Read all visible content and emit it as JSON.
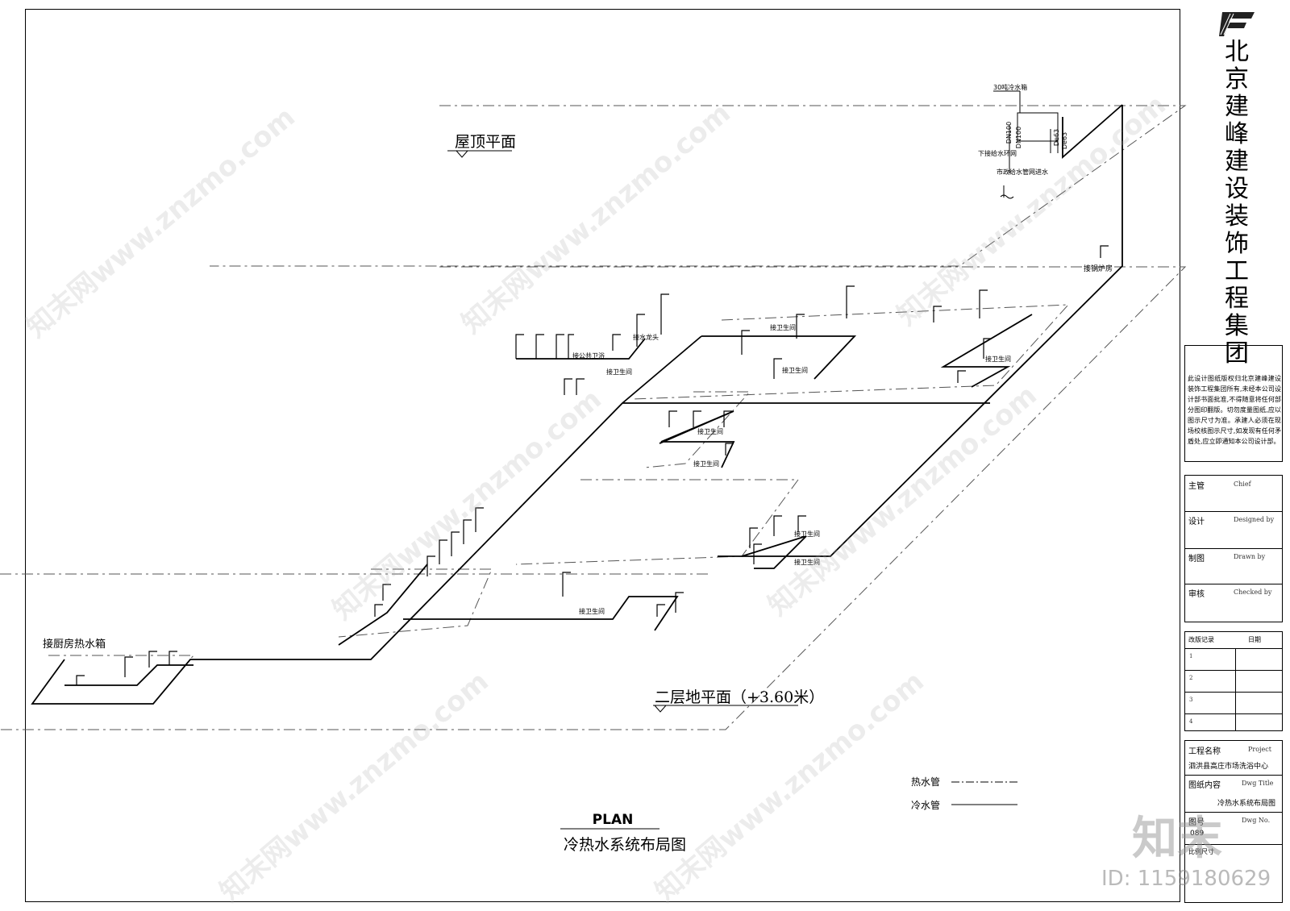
{
  "company": {
    "name": "北京建峰建设装饰工程集团"
  },
  "levels": {
    "roof": "屋顶平面",
    "second_floor": "二层地平面（+3.60米）"
  },
  "annotations": {
    "kitchen_hot_tank": "接厨房热水箱",
    "boiler_room": "接锅炉房",
    "roof_tank": "30吨冷水箱",
    "city_supply": "市政给水管网进水",
    "lower_supply": "下接给水环网",
    "to_shower": "接卫生间",
    "to_sink": "接水龙头",
    "to_fixture": "接公共卫浴",
    "dn_small_a": "DN100",
    "dn_small_b": "DN100",
    "dn_small_c": "De63",
    "dn_small_d": "De63"
  },
  "legend": {
    "hot_pipe": "热水管",
    "cold_pipe": "冷水管"
  },
  "title": {
    "en": "PLAN",
    "zh": "冷热水系统布局图"
  },
  "title_block": {
    "notice": "此设计图纸版权归北京建峰建设装饰工程集团所有,未经本公司设计部书面批准,不得随意将任何部分图印翻版。切勿度量图纸,应以图示尺寸为准。承建人必须在现场校核图示尺寸,如发现有任何矛盾处,应立即通知本公司设计部。",
    "rows": [
      {
        "zh": "主管",
        "en": "Chief"
      },
      {
        "zh": "设计",
        "en": "Designed by"
      },
      {
        "zh": "制图",
        "en": "Drawn by"
      },
      {
        "zh": "审核",
        "en": "Checked by"
      }
    ],
    "revision_label": "改版记录",
    "date_label": "日期",
    "revisions": [
      "1",
      "2",
      "3",
      "4"
    ],
    "project_label": "工程名称",
    "project_en": "Project",
    "project_name": "泗洪县高庄市场洗浴中心",
    "drawing_label": "图纸内容",
    "drawing_en": "Dwg Title",
    "drawing_name": "冷热水系统布局图",
    "number_label": "图号",
    "number_en": "Dwg No.",
    "number_value": "089",
    "scale_label": "比例尺寸"
  },
  "watermark": {
    "brand": "知末",
    "id": "ID: 1159180629",
    "url": "知末网www.znzmo.com"
  },
  "colors": {
    "line": "#000000",
    "dashed": "#555555",
    "watermark": "#aaaaaa"
  }
}
